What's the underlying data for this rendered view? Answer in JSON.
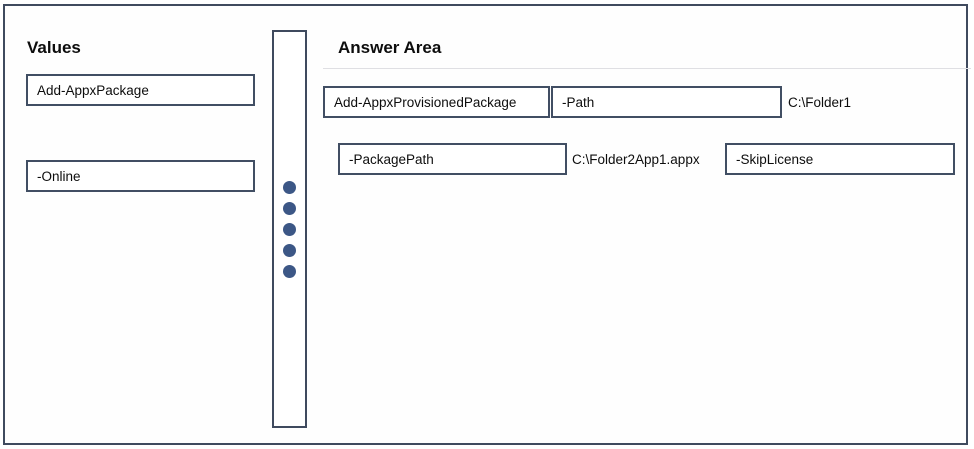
{
  "values_panel": {
    "title": "Values",
    "items": [
      {
        "label": "Add-AppxPackage"
      },
      {
        "label": "-Online"
      }
    ]
  },
  "divider": {
    "dot_count": 5
  },
  "answer_area": {
    "title": "Answer Area",
    "row1": {
      "slot1": "Add-AppxProvisionedPackage",
      "slot2": "-Path",
      "text": "C:\\Folder1"
    },
    "row2": {
      "slot1": "-PackagePath",
      "text": "C:\\Folder2App1.appx",
      "slot2": "-SkipLicense"
    }
  },
  "colors": {
    "box_border": "#414e63",
    "frame_border": "#3f4a5e",
    "dot": "#3c5786"
  }
}
